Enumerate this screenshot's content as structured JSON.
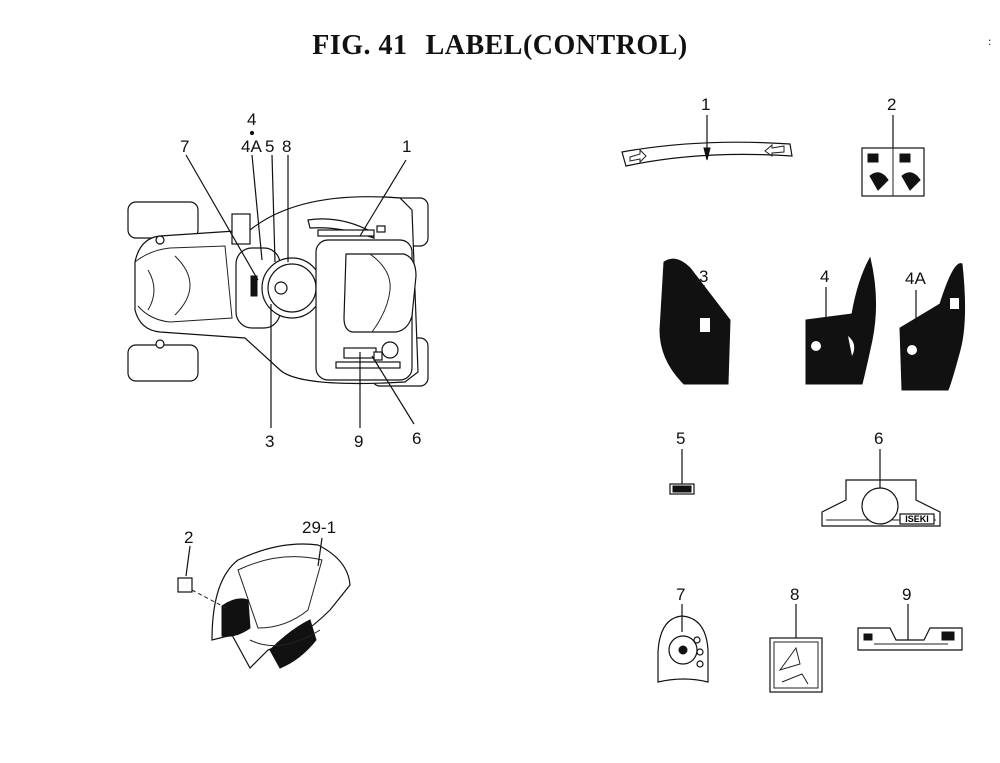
{
  "title": {
    "fig_number": "FIG. 41",
    "name": "LABEL(CONTROL)"
  },
  "corner_mark": ":",
  "tractor_view": {
    "callouts": [
      "1",
      "3",
      "4",
      "4A",
      "5",
      "6",
      "7",
      "8",
      "9"
    ]
  },
  "hood_view": {
    "callouts": [
      "2",
      "29-1"
    ]
  },
  "labels": [
    {
      "ref": "1",
      "shape": "curved-strip-arrows"
    },
    {
      "ref": "2",
      "shape": "square-pictogram"
    },
    {
      "ref": "3",
      "shape": "side-panel"
    },
    {
      "ref": "4",
      "shape": "side-panel-left"
    },
    {
      "ref": "4A",
      "shape": "side-panel-right"
    },
    {
      "ref": "5",
      "shape": "small-tag"
    },
    {
      "ref": "6",
      "shape": "dash-panel",
      "text": "ISEKI"
    },
    {
      "ref": "7",
      "shape": "round-key-plate"
    },
    {
      "ref": "8",
      "shape": "warning-square"
    },
    {
      "ref": "9",
      "shape": "lever-plate"
    }
  ]
}
